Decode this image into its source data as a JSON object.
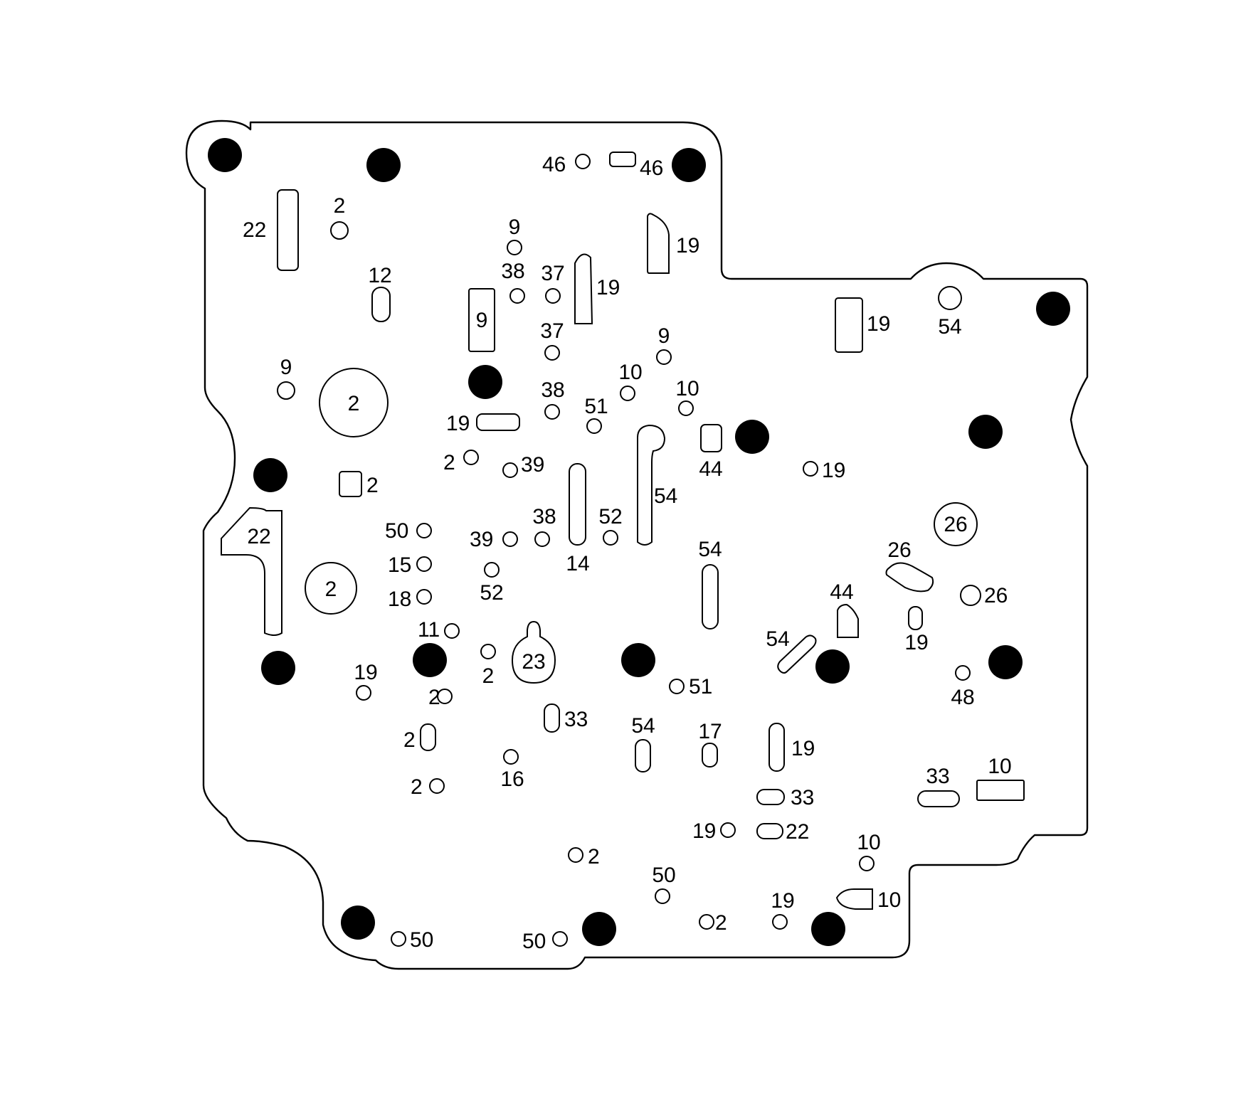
{
  "figure": {
    "background": "#ffffff",
    "line_color": "#000000",
    "bolt_color": "#000000",
    "labels": [
      "46",
      "46",
      "2",
      "22",
      "9",
      "19",
      "38",
      "37",
      "19",
      "12",
      "9",
      "37",
      "19",
      "54",
      "9",
      "2",
      "9",
      "10",
      "10",
      "38",
      "51",
      "19",
      "2",
      "39",
      "2",
      "44",
      "19",
      "54",
      "22",
      "50",
      "38",
      "52",
      "39",
      "2",
      "14",
      "26",
      "54",
      "15",
      "52",
      "26",
      "26",
      "18",
      "44",
      "54",
      "11",
      "19",
      "23",
      "2",
      "51",
      "19",
      "2",
      "48",
      "33",
      "54",
      "17",
      "2",
      "19",
      "33",
      "10",
      "2",
      "16",
      "33",
      "19",
      "22",
      "2",
      "10",
      "50",
      "10",
      "19",
      "2",
      "50",
      "50"
    ]
  }
}
